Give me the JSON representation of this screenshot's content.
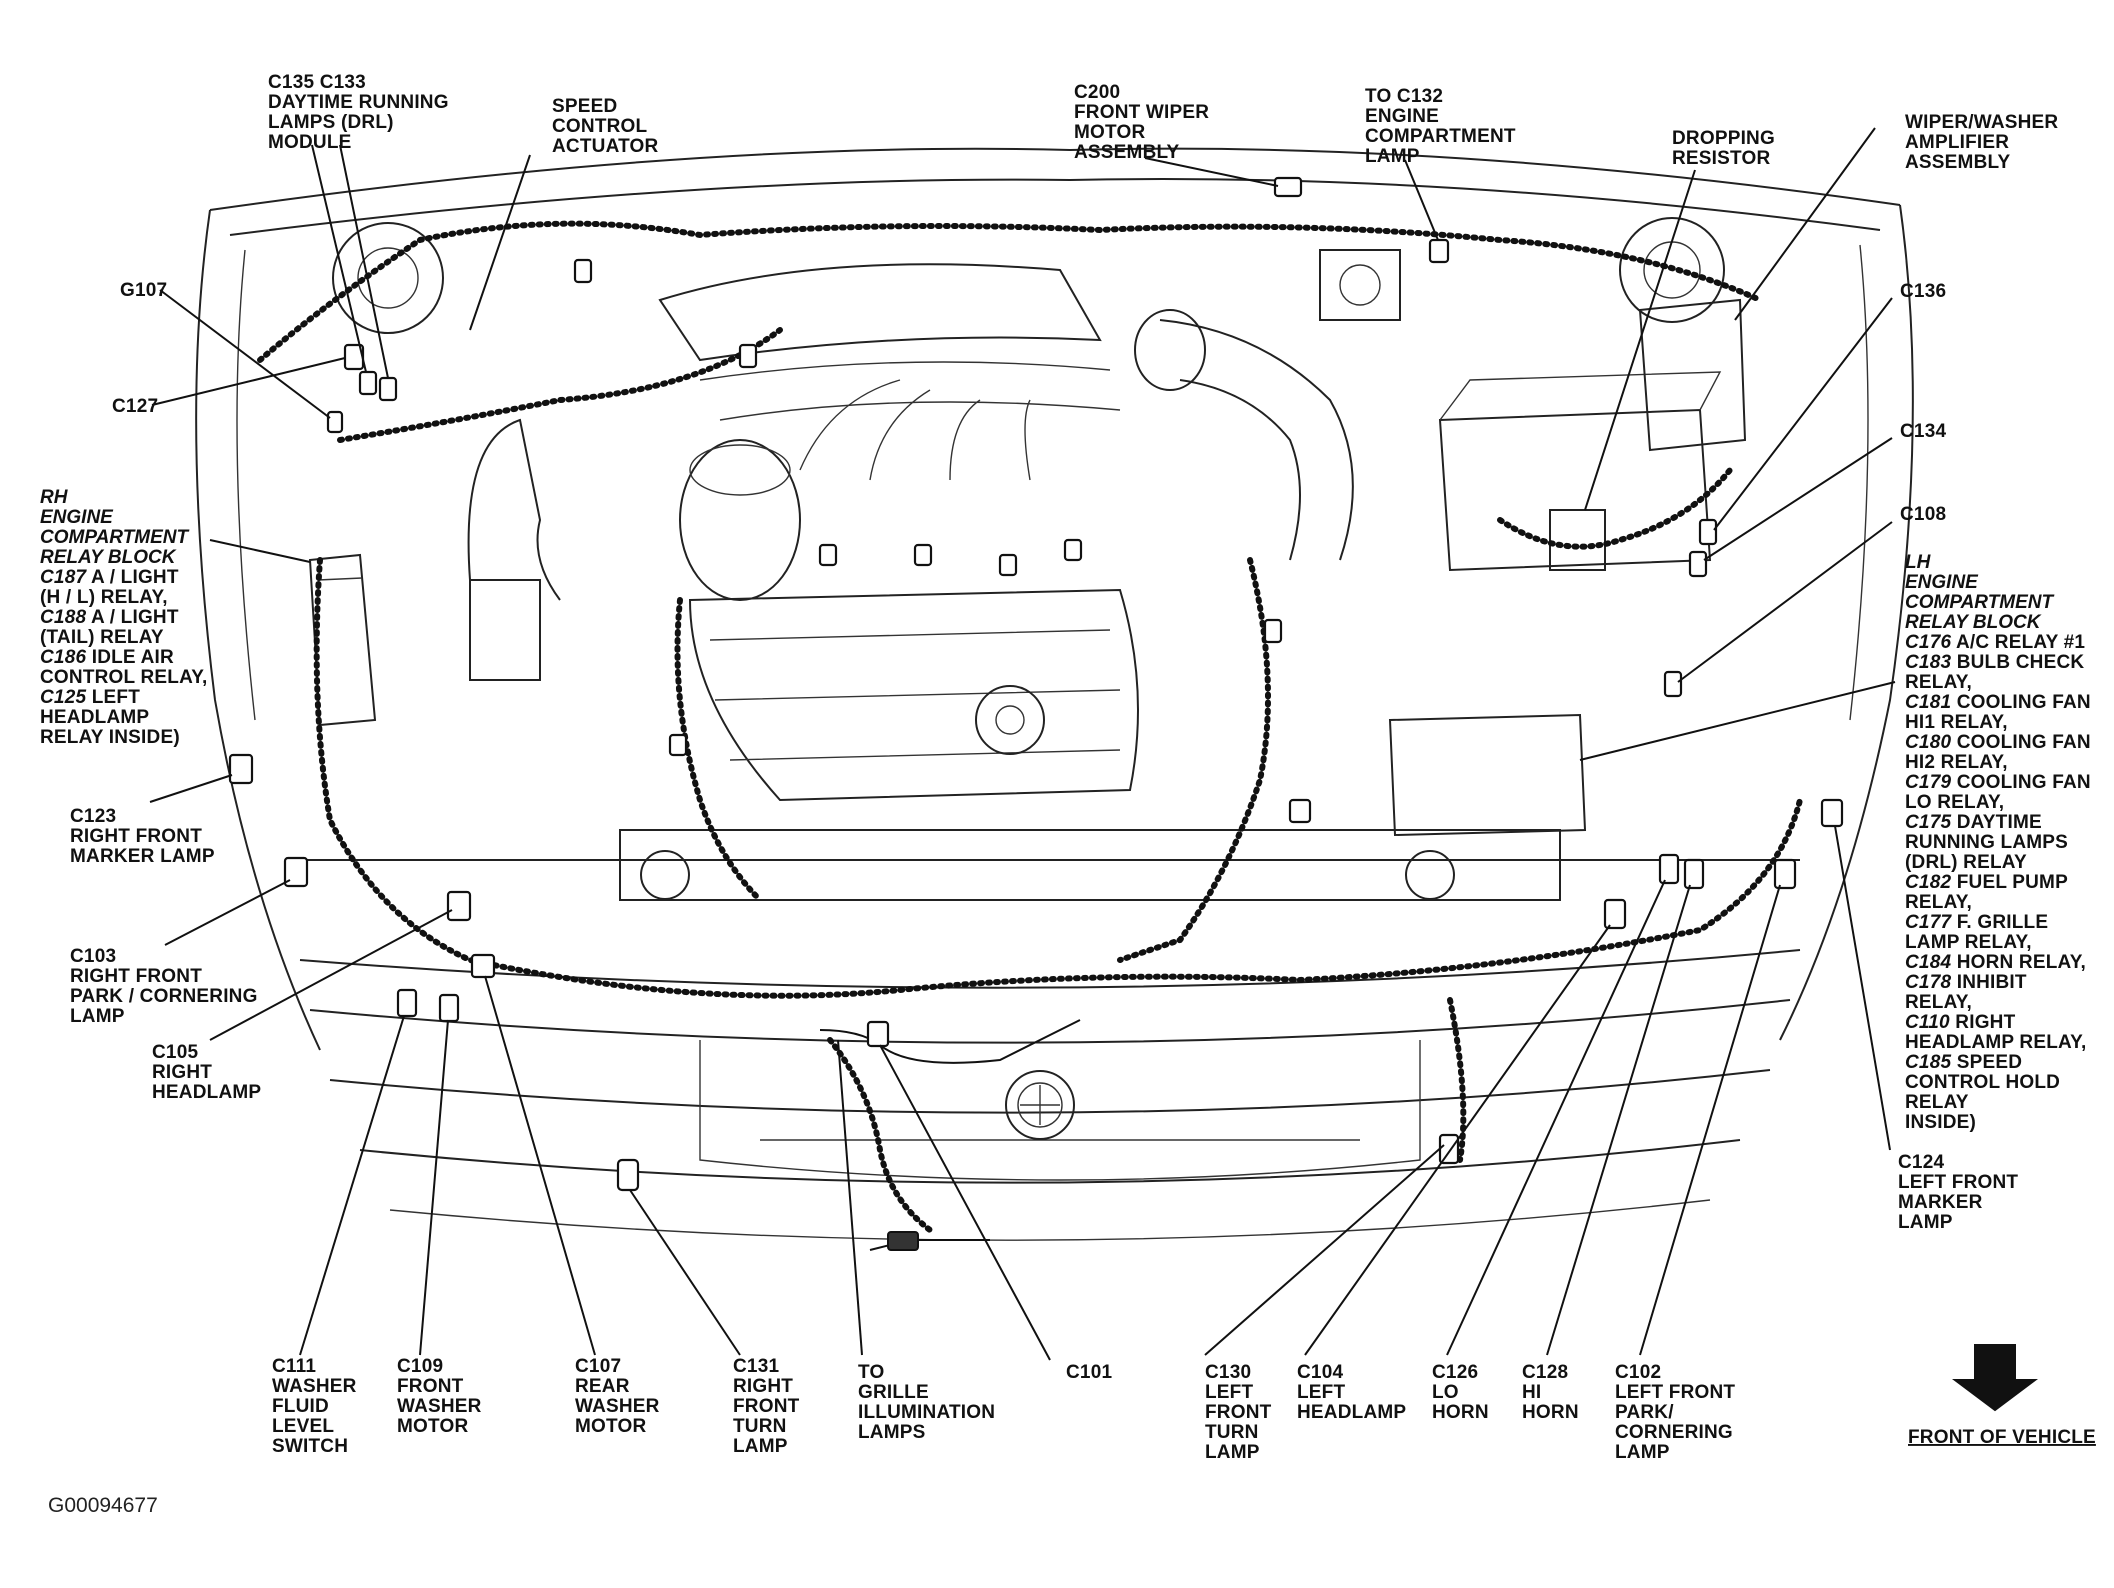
{
  "figure_id": "G00094677",
  "front_of_vehicle": "FRONT OF VEHICLE",
  "labels": {
    "c135_c133": [
      "C135 C133",
      "DAYTIME RUNNING",
      "LAMPS (DRL)",
      "MODULE"
    ],
    "speed_control": [
      "SPEED",
      "CONTROL",
      "ACTUATOR"
    ],
    "c200": [
      "C200",
      "FRONT WIPER",
      "MOTOR",
      "ASSEMBLY"
    ],
    "to_c132": [
      "TO C132",
      "ENGINE",
      "COMPARTMENT",
      "LAMP"
    ],
    "dropping_resistor": [
      "DROPPING",
      "RESISTOR"
    ],
    "wiper_washer": [
      "WIPER/WASHER",
      "AMPLIFIER",
      "ASSEMBLY"
    ],
    "g107": "G107",
    "c127": "C127",
    "c136": "C136",
    "c134": "C134",
    "c108": "C108",
    "rh_block_title": [
      "RH",
      "ENGINE",
      "COMPARTMENT",
      "RELAY BLOCK"
    ],
    "rh_block_items": [
      {
        "code": "C187",
        "text": " A / LIGHT"
      },
      {
        "code": "",
        "text": "(H / L) RELAY,"
      },
      {
        "code": "C188",
        "text": " A / LIGHT"
      },
      {
        "code": "",
        "text": "(TAIL) RELAY"
      },
      {
        "code": "C186",
        "text": " IDLE AIR"
      },
      {
        "code": "",
        "text": "CONTROL RELAY,"
      },
      {
        "code": "C125",
        "text": " LEFT"
      },
      {
        "code": "",
        "text": "HEADLAMP"
      },
      {
        "code": "",
        "text": "RELAY INSIDE)"
      }
    ],
    "lh_block_title": [
      "LH",
      "ENGINE",
      "COMPARTMENT",
      "RELAY BLOCK"
    ],
    "lh_block_items": [
      {
        "code": "C176",
        "text": " A/C RELAY #1"
      },
      {
        "code": "C183",
        "text": " BULB CHECK"
      },
      {
        "code": "",
        "text": "RELAY,"
      },
      {
        "code": "C181",
        "text": " COOLING FAN"
      },
      {
        "code": "",
        "text": "HI1 RELAY,"
      },
      {
        "code": "C180",
        "text": " COOLING FAN"
      },
      {
        "code": "",
        "text": "HI2 RELAY,"
      },
      {
        "code": "C179",
        "text": " COOLING FAN"
      },
      {
        "code": "",
        "text": "LO RELAY,"
      },
      {
        "code": "C175",
        "text": " DAYTIME"
      },
      {
        "code": "",
        "text": "RUNNING LAMPS"
      },
      {
        "code": "",
        "text": "(DRL) RELAY"
      },
      {
        "code": "C182",
        "text": " FUEL PUMP"
      },
      {
        "code": "",
        "text": "RELAY,"
      },
      {
        "code": "C177",
        "text": " F. GRILLE"
      },
      {
        "code": "",
        "text": "LAMP RELAY,"
      },
      {
        "code": "C184",
        "text": " HORN RELAY,"
      },
      {
        "code": "C178",
        "text": " INHIBIT"
      },
      {
        "code": "",
        "text": "RELAY,"
      },
      {
        "code": "C110",
        "text": " RIGHT"
      },
      {
        "code": "",
        "text": "HEADLAMP RELAY,"
      },
      {
        "code": "C185",
        "text": " SPEED"
      },
      {
        "code": "",
        "text": "CONTROL HOLD"
      },
      {
        "code": "",
        "text": "RELAY"
      },
      {
        "code": "",
        "text": "INSIDE)"
      }
    ],
    "c123": [
      "C123",
      "RIGHT FRONT",
      "MARKER LAMP"
    ],
    "c103": [
      "C103",
      "RIGHT FRONT",
      "PARK / CORNERING",
      "LAMP"
    ],
    "c105": [
      "C105",
      "RIGHT",
      "HEADLAMP"
    ],
    "c124": [
      "C124",
      "LEFT FRONT",
      "MARKER",
      "LAMP"
    ],
    "c111": [
      "C111",
      "WASHER",
      "FLUID",
      "LEVEL",
      "SWITCH"
    ],
    "c109": [
      "C109",
      "FRONT",
      "WASHER",
      "MOTOR"
    ],
    "c107": [
      "C107",
      "REAR",
      "WASHER",
      "MOTOR"
    ],
    "c131": [
      "C131",
      "RIGHT",
      "FRONT",
      "TURN",
      "LAMP"
    ],
    "to_grille": [
      "TO",
      "GRILLE",
      "ILLUMINATION",
      "LAMPS"
    ],
    "c101": "C101",
    "c130": [
      "C130",
      "LEFT",
      "FRONT",
      "TURN",
      "LAMP"
    ],
    "c104": [
      "C104",
      "LEFT",
      "HEADLAMP"
    ],
    "c126": [
      "C126",
      "LO",
      "HORN"
    ],
    "c128": [
      "C128",
      "HI",
      "HORN"
    ],
    "c102": [
      "C102",
      "LEFT FRONT",
      "PARK/",
      "CORNERING",
      "LAMP"
    ]
  }
}
